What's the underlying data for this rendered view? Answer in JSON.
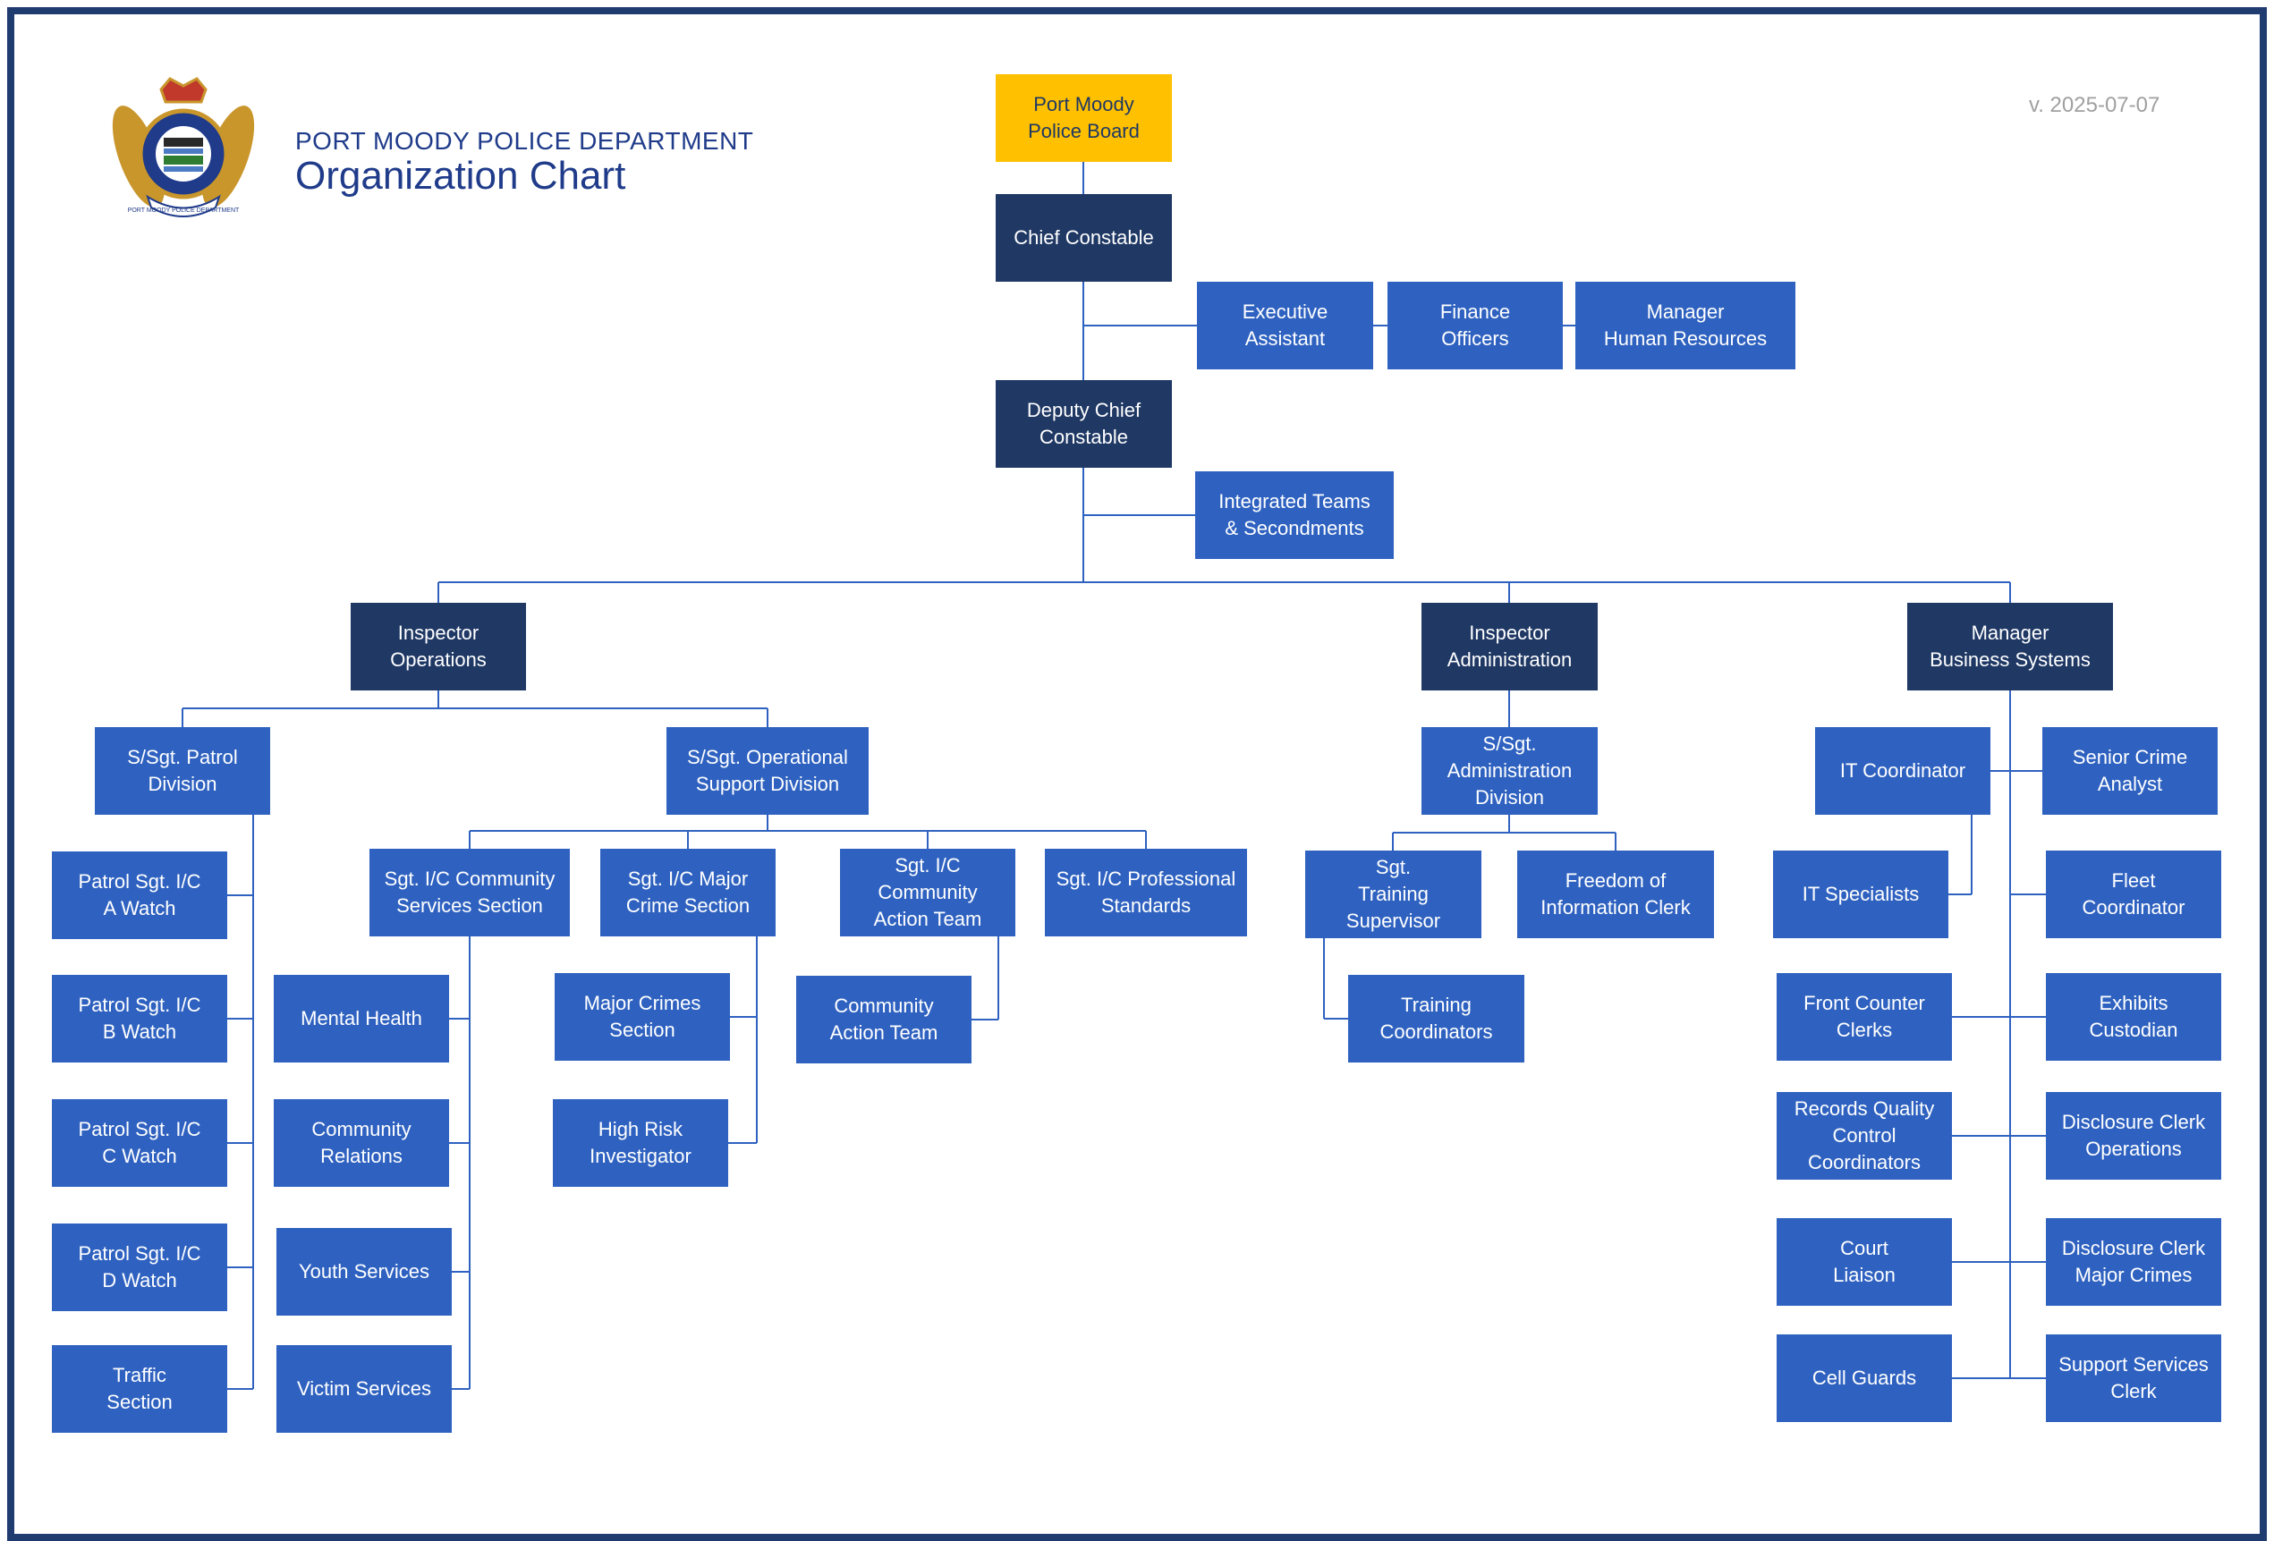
{
  "header": {
    "department": "PORT MOODY POLICE DEPARTMENT",
    "title": "Organization Chart",
    "version": "v. 2025-07-07",
    "crest_text": "PORT MOODY POLICE DEPARTMENT"
  },
  "colors": {
    "board": "#ffc000",
    "command": "#1f3864",
    "unit": "#2f62c0",
    "frame": "#1f3b70",
    "line": "#2f62c0"
  },
  "boxes": {
    "board": "Port Moody\nPolice Board",
    "chief": "Chief Constable",
    "exec_assistant": "Executive\nAssistant",
    "finance": "Finance\nOfficers",
    "hr": "Manager\nHuman Resources",
    "deputy": "Deputy Chief\nConstable",
    "integrated": "Integrated Teams\n& Secondments",
    "insp_ops": "Inspector\nOperations",
    "insp_admin": "Inspector\nAdministration",
    "mgr_bus": "Manager\nBusiness Systems",
    "ssgt_patrol": "S/Sgt. Patrol\nDivision",
    "ssgt_opsupport": "S/Sgt. Operational\nSupport Division",
    "patrol_a": "Patrol Sgt. I/C\nA Watch",
    "patrol_b": "Patrol Sgt. I/C\nB Watch",
    "patrol_c": "Patrol Sgt. I/C\nC Watch",
    "patrol_d": "Patrol Sgt. I/C\nD Watch",
    "traffic": "Traffic\nSection",
    "sgt_community": "Sgt. I/C Community\nServices Section",
    "sgt_major": "Sgt. I/C Major\nCrime Section",
    "sgt_cat": "Sgt. I/C\nCommunity\nAction Team",
    "sgt_prof": "Sgt. I/C Professional\nStandards",
    "mental_health": "Mental Health",
    "community_rel": "Community\nRelations",
    "youth": "Youth Services",
    "victim": "Victim Services",
    "major_crimes": "Major Crimes\nSection",
    "high_risk": "High Risk\nInvestigator",
    "cat": "Community\nAction Team",
    "ssgt_admin": "S/Sgt.\nAdministration\nDivision",
    "sgt_training": "Sgt.\nTraining\nSupervisor",
    "foi": "Freedom of\nInformation Clerk",
    "training_coord": "Training\nCoordinators",
    "it_coord": "IT Coordinator",
    "it_spec": "IT Specialists",
    "senior_crime": "Senior Crime\nAnalyst",
    "fleet": "Fleet\nCoordinator",
    "front_counter": "Front Counter\nClerks",
    "exhibits": "Exhibits\nCustodian",
    "records": "Records Quality\nControl\nCoordinators",
    "disclosure_ops": "Disclosure Clerk\nOperations",
    "court": "Court\nLiaison",
    "disclosure_major": "Disclosure Clerk\nMajor Crimes",
    "cell_guards": "Cell Guards",
    "support_clerk": "Support Services\nClerk"
  }
}
